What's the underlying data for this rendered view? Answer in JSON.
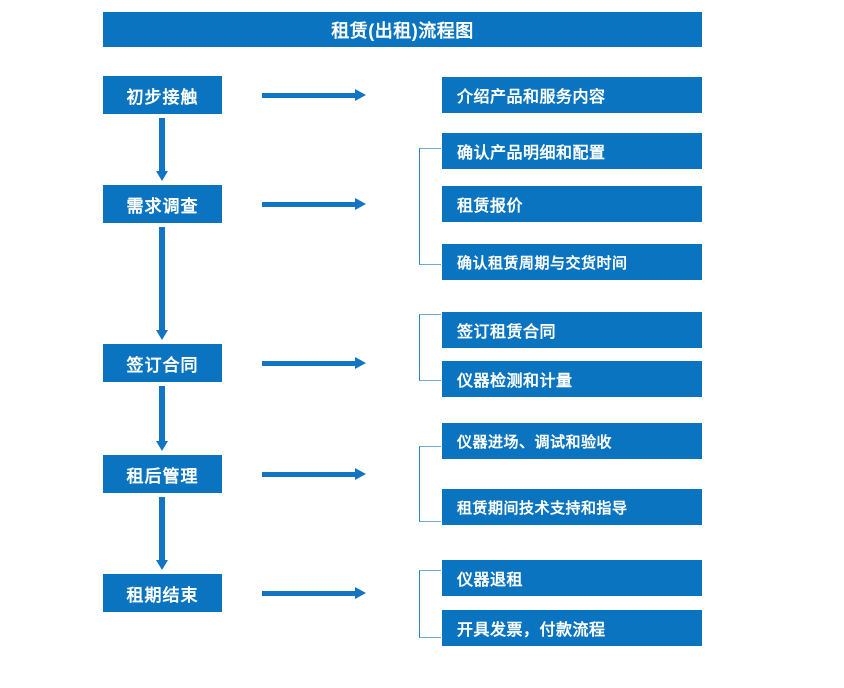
{
  "diagram": {
    "title": "租赁(出租)流程图",
    "accent_color": "#0b74c0",
    "arrow_color": "#1175c4",
    "bracket_color": "#2f7fc4",
    "text_color": "#ffffff",
    "background_color": "#ffffff",
    "stages": [
      {
        "id": "stage-1",
        "label": "初步接触",
        "details": [
          {
            "id": "detail-1-1",
            "label": "介绍产品和服务内容"
          }
        ],
        "has_bracket": false
      },
      {
        "id": "stage-2",
        "label": "需求调查",
        "details": [
          {
            "id": "detail-2-1",
            "label": "确认产品明细和配置"
          },
          {
            "id": "detail-2-2",
            "label": "租赁报价"
          },
          {
            "id": "detail-2-3",
            "label": "确认租赁周期与交货时间"
          }
        ],
        "has_bracket": true
      },
      {
        "id": "stage-3",
        "label": "签订合同",
        "details": [
          {
            "id": "detail-3-1",
            "label": "签订租赁合同"
          },
          {
            "id": "detail-3-2",
            "label": "仪器检测和计量"
          }
        ],
        "has_bracket": true
      },
      {
        "id": "stage-4",
        "label": "租后管理",
        "details": [
          {
            "id": "detail-4-1",
            "label": "仪器进场、调试和验收"
          },
          {
            "id": "detail-4-2",
            "label": "租赁期间技术支持和指导"
          }
        ],
        "has_bracket": true
      },
      {
        "id": "stage-5",
        "label": "租期结束",
        "details": [
          {
            "id": "detail-5-1",
            "label": "仪器退租"
          },
          {
            "id": "detail-5-2",
            "label": "开具发票，付款流程"
          }
        ],
        "has_bracket": true
      }
    ]
  }
}
